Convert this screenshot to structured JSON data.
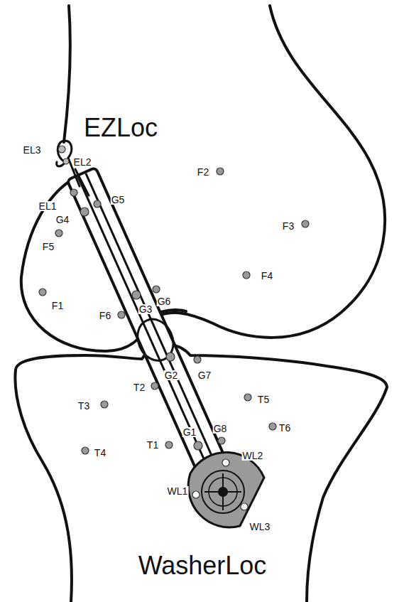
{
  "diagram": {
    "labels": [
      "EZLoc",
      "EL3",
      "EL2",
      "EL1",
      "G5",
      "G4",
      "F5",
      "F2",
      "F3",
      "F4",
      "F1",
      "F6",
      "G3",
      "G6",
      "G2",
      "G7",
      "T2",
      "T3",
      "T5",
      "T6",
      "T4",
      "T1",
      "G1",
      "G8",
      "WL2",
      "WL1",
      "WL3",
      "WasherLoc"
    ]
  }
}
